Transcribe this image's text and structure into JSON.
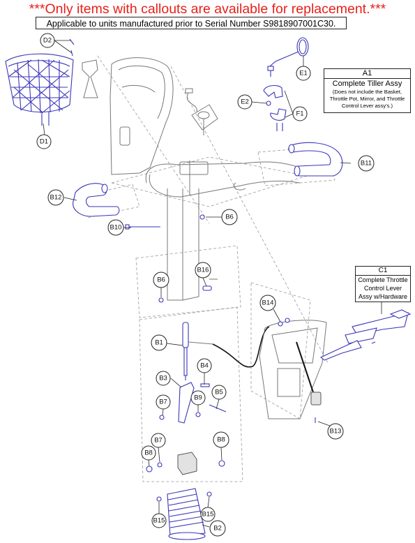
{
  "header": {
    "warning": "***Only items with callouts are available for replacement.***",
    "applicability": "Applicable to units manufactured prior to Serial Number S9818907001C30."
  },
  "info_boxes": {
    "a1": {
      "code": "A1",
      "title": "Complete Tiller Assy",
      "note": "(Does not include the Basket, Throttle Pot, Mirror, and Throttle Control Lever assy's.)"
    },
    "c1": {
      "code": "C1",
      "title": "Complete Throttle Control Lever Assy w/Hardware"
    }
  },
  "callouts": {
    "d2": "D2",
    "d1": "D1",
    "e1": "E1",
    "e2": "E2",
    "f1": "F1",
    "b11": "B11",
    "b12": "B12",
    "b10": "B10",
    "b6a": "B6",
    "b6b": "B6",
    "b16": "B16",
    "b14": "B14",
    "b1": "B1",
    "b4": "B4",
    "b3": "B3",
    "b5": "B5",
    "b7a": "B7",
    "b9": "B9",
    "b7b": "B7",
    "b8a": "B8",
    "b8b": "B8",
    "b13": "B13",
    "b15a": "B15",
    "b15b": "B15",
    "b2": "B2"
  },
  "colors": {
    "warning": "#e8201a",
    "replaceable_part": "#3a35b8",
    "outline": "#222222"
  }
}
